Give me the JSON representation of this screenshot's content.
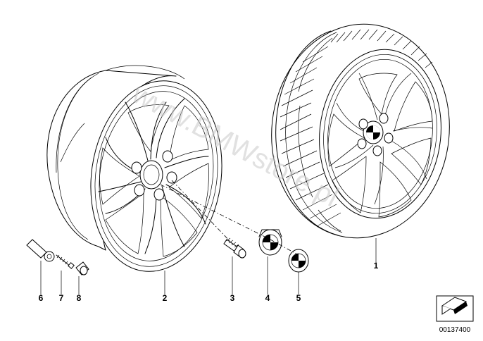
{
  "watermark": "www.BMWstore.pl",
  "reference_code": "00137400",
  "parts": [
    {
      "label": "1",
      "part": "complete-wheel-with-tire"
    },
    {
      "label": "2",
      "part": "light-alloy-rim"
    },
    {
      "label": "3",
      "part": "wheel-bolt"
    },
    {
      "label": "4",
      "part": "hub-cap"
    },
    {
      "label": "5",
      "part": "emblem"
    },
    {
      "label": "6",
      "part": "valve"
    },
    {
      "label": "7",
      "part": "valve-insert"
    },
    {
      "label": "8",
      "part": "valve-cap"
    }
  ]
}
